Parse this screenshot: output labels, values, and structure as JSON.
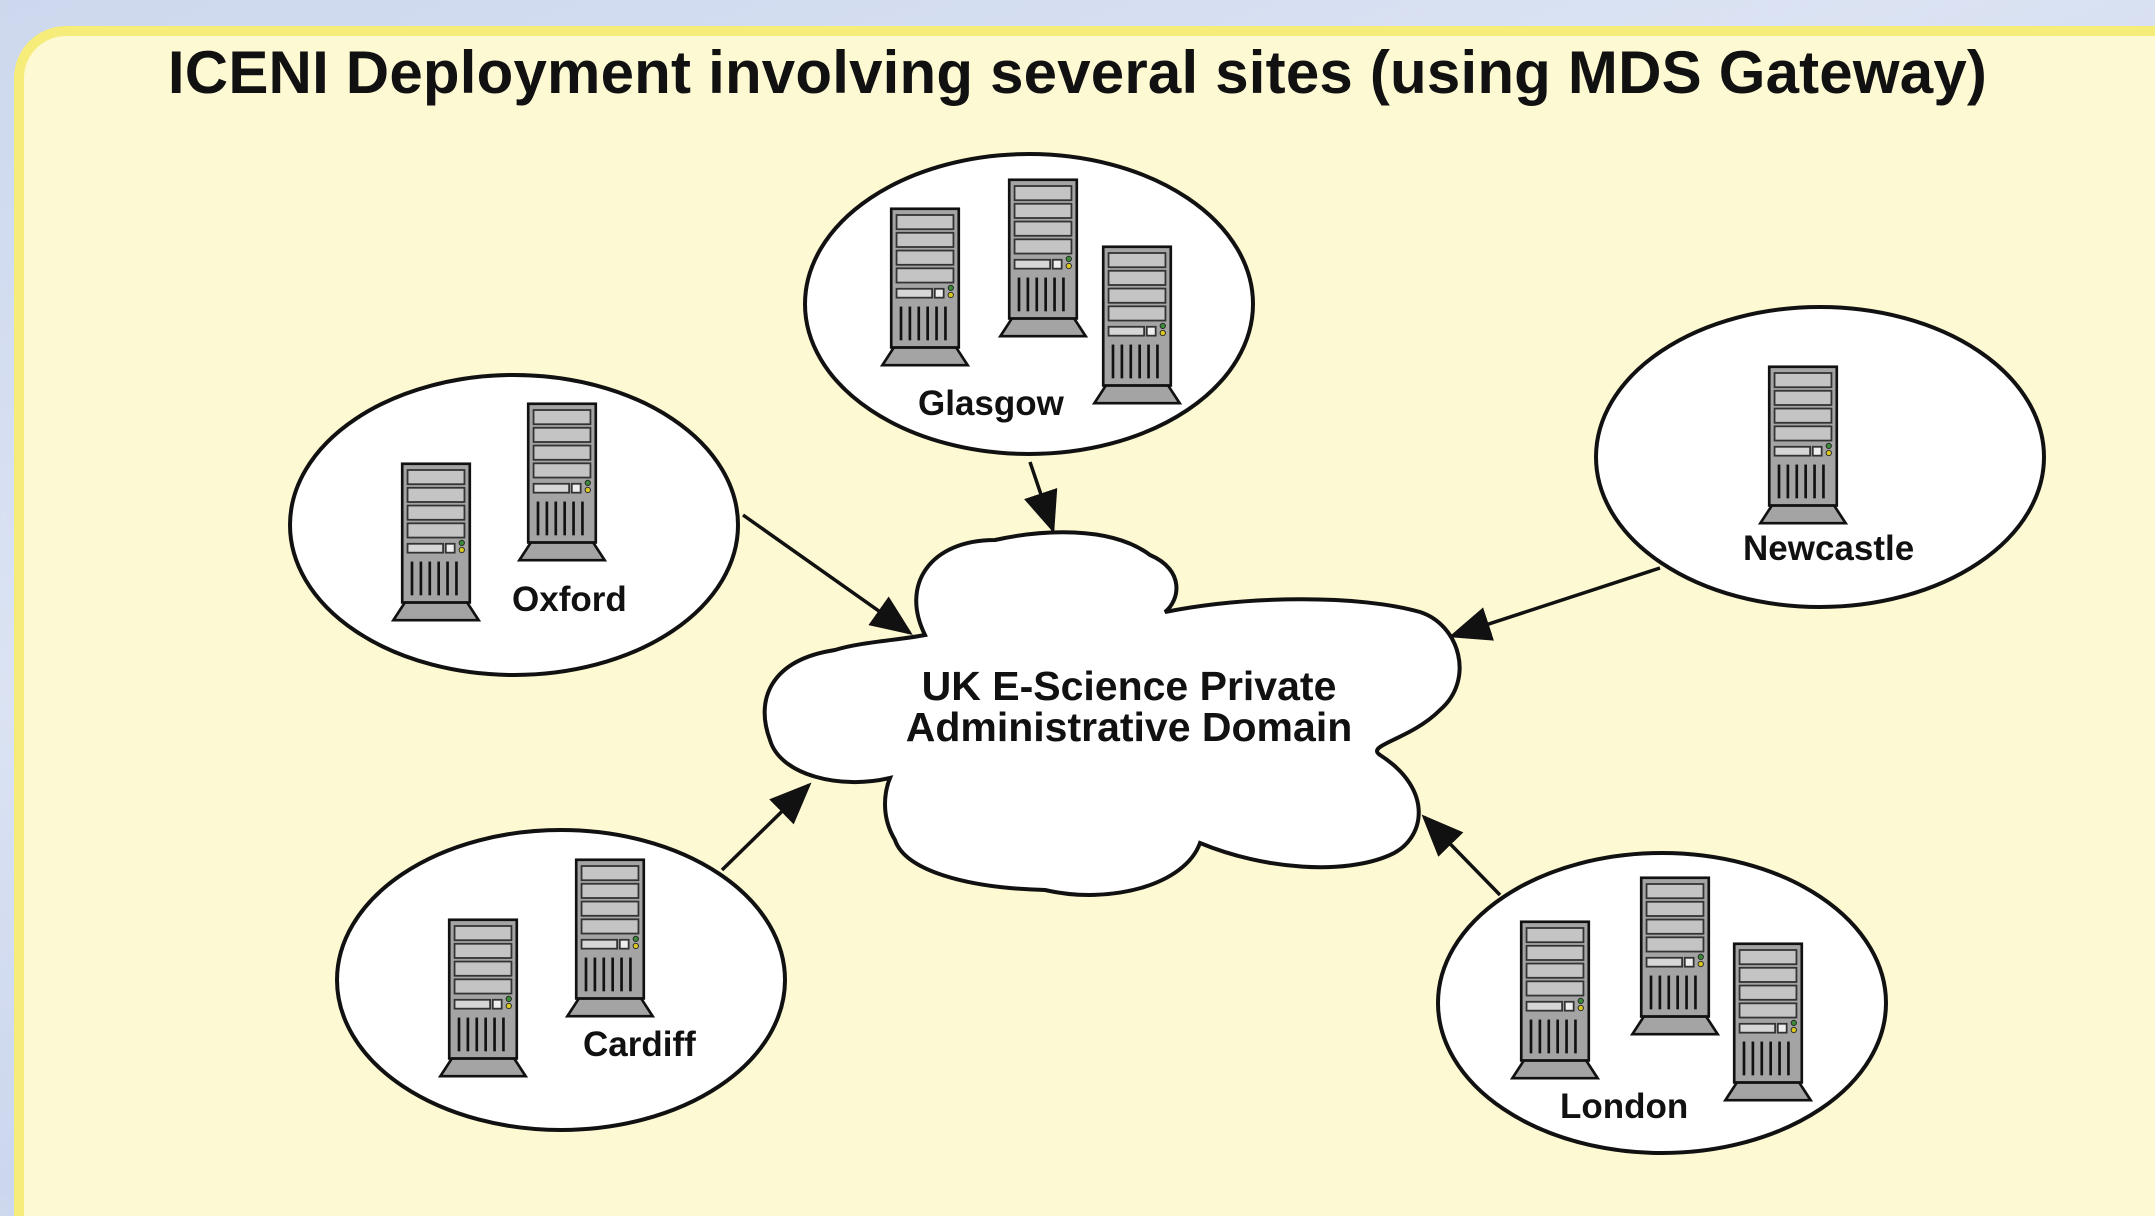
{
  "title": "ICENI Deployment involving several sites (using MDS Gateway)",
  "center": {
    "line1": "UK E-Science Private",
    "line2": "Administrative Domain",
    "shape": "cloud"
  },
  "sites": [
    {
      "name": "Glasgow",
      "servers": 3
    },
    {
      "name": "Oxford",
      "servers": 2
    },
    {
      "name": "Newcastle",
      "servers": 1
    },
    {
      "name": "Cardiff",
      "servers": 2
    },
    {
      "name": "London",
      "servers": 3
    }
  ],
  "colors": {
    "panel_background": "#fdf9d3",
    "panel_border": "#f6ec7a",
    "page_background": "#d3dcf0",
    "server_body": "#a4a4a4",
    "line": "#111111"
  },
  "icons": {
    "server": "server-tower-icon",
    "arrow": "arrow-icon",
    "network": "cloud-icon"
  }
}
